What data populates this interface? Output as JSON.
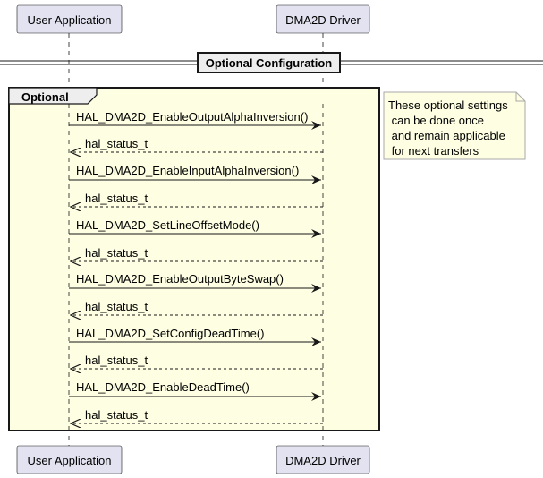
{
  "participants": {
    "user": "User Application",
    "driver": "DMA2D Driver"
  },
  "divider": {
    "label": "Optional Configuration"
  },
  "group": {
    "label": "Optional"
  },
  "note": {
    "lines": [
      "These optional settings",
      " can be done once",
      " and remain applicable",
      " for next transfers"
    ]
  },
  "messages": [
    {
      "call": "HAL_DMA2D_EnableOutputAlphaInversion()",
      "reply": "hal_status_t"
    },
    {
      "call": "HAL_DMA2D_EnableInputAlphaInversion()",
      "reply": "hal_status_t"
    },
    {
      "call": "HAL_DMA2D_SetLineOffsetMode()",
      "reply": "hal_status_t"
    },
    {
      "call": "HAL_DMA2D_EnableOutputByteSwap()",
      "reply": "hal_status_t"
    },
    {
      "call": "HAL_DMA2D_SetConfigDeadTime()",
      "reply": "hal_status_t"
    },
    {
      "call": "HAL_DMA2D_EnableDeadTime()",
      "reply": "hal_status_t"
    }
  ],
  "colors": {
    "participant_fill": "#e2e2f0",
    "participant_border": "#181818",
    "group_fill": "#fefee2",
    "note_fill": "#fefee2",
    "note_border": "#aaaaaa",
    "divider_fill": "#eeeeee"
  }
}
